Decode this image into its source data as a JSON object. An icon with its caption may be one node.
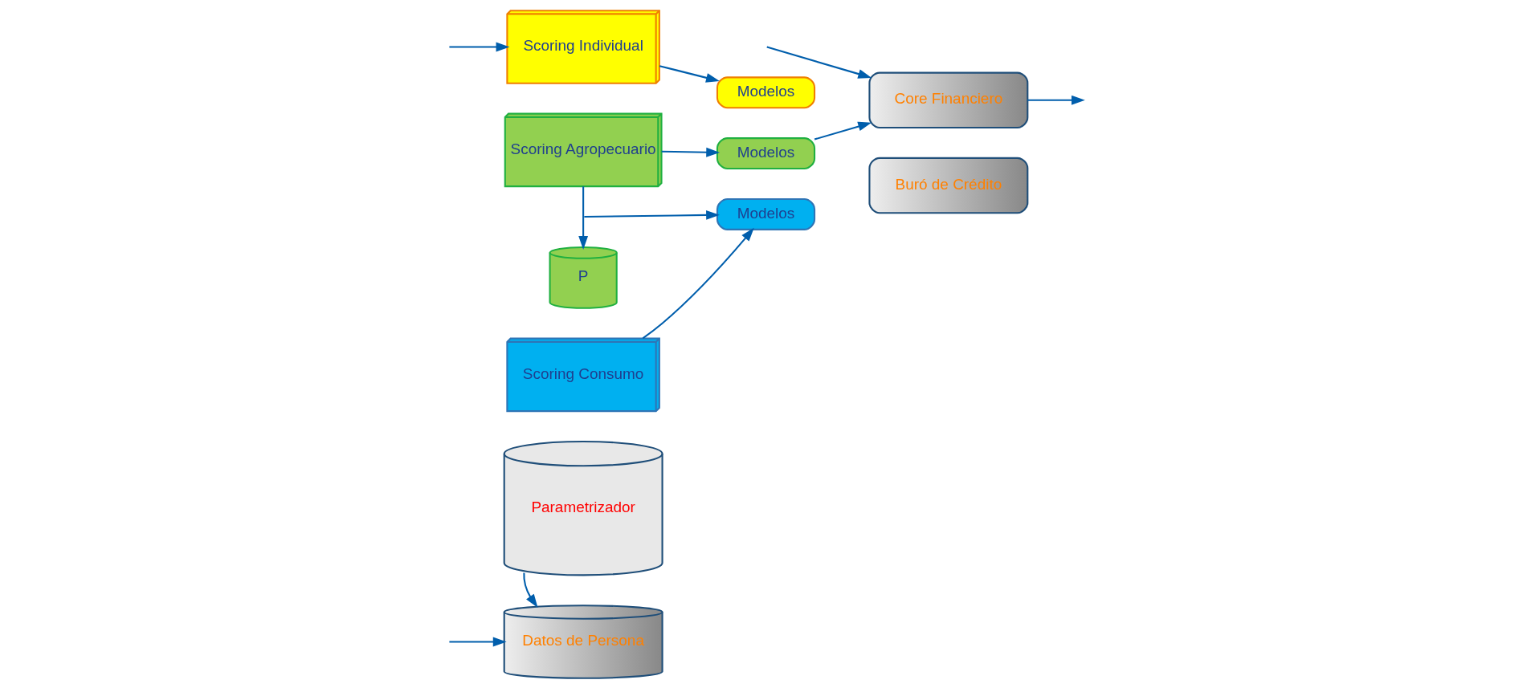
{
  "diagram": {
    "nodes": [
      {
        "text": [
          "Parametrizador"
        ]
      },
      {
        "text": [
          "Datos de Persona"
        ]
      },
      {
        "text": [
          "Scoring Individual"
        ]
      },
      {
        "text": [
          "Scoring Agropecuario"
        ]
      },
      {
        "text": [
          "P"
        ]
      },
      {
        "text": [
          "Scoring Consumo"
        ]
      },
      {
        "text": [
          "Modelos"
        ]
      },
      {
        "text": [
          "Modelos"
        ]
      },
      {
        "text": [
          "Modelos"
        ]
      },
      {
        "text": [
          "Core Financiero"
        ]
      },
      {
        "text": [
          "Buró de Crédito"
        ]
      }
    ],
    "edges": [
      {
        "from": 0,
        "to": 1,
        "arrow": "to"
      },
      {
        "from": null,
        "to": 2,
        "arrow": "to"
      },
      {
        "from": null,
        "to": 1,
        "arrow": "to"
      },
      {
        "from": 2,
        "to": 6,
        "arrow": "to"
      },
      {
        "from": 3,
        "to": 7,
        "arrow": "to"
      },
      {
        "from": 3,
        "to": 4,
        "arrow": "to"
      },
      {
        "from": 5,
        "to": 8,
        "arrow": "to"
      },
      {
        "from": 7,
        "to": 9,
        "arrow": "to"
      },
      {
        "from": null,
        "to": 9,
        "arrow": "to"
      },
      {
        "from": 9,
        "to": null,
        "arrow": "to"
      },
      {
        "from": null,
        "to": 8,
        "arrow": "to"
      }
    ]
  }
}
